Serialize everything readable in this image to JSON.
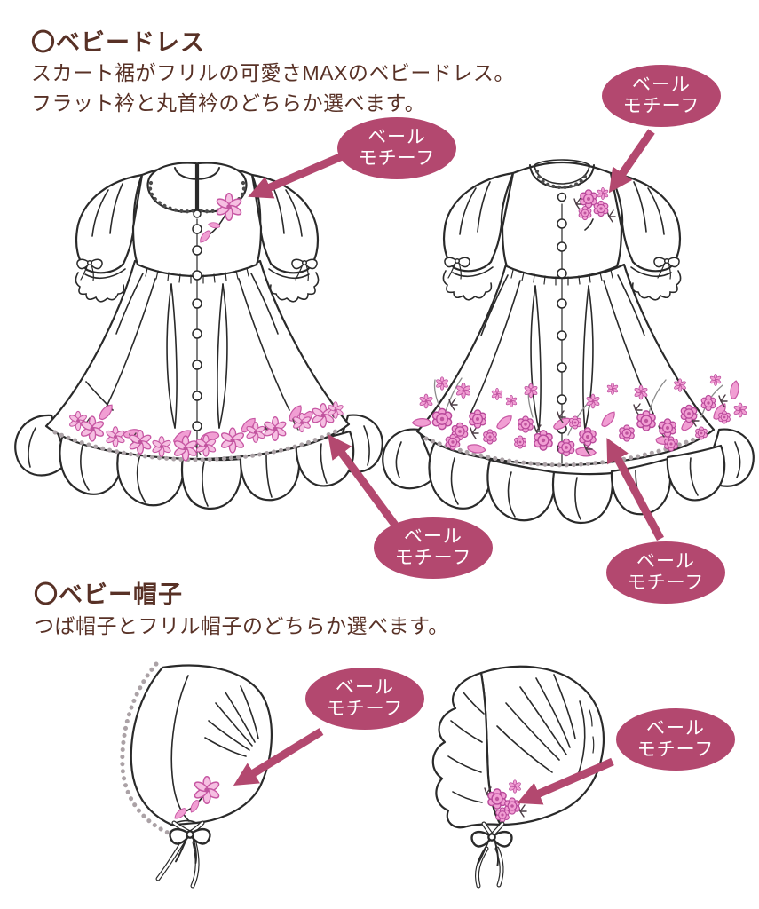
{
  "dress_section": {
    "title": "〇ベビードレス",
    "description_line1": "スカート裾がフリルの可愛さMAXのベビードレス。",
    "description_line2": "フラット衿と丸首衿のどちらか選べます。"
  },
  "hat_section": {
    "title": "〇ベビー帽子",
    "description_line1": "つば帽子とフリル帽子のどちらか選べます。"
  },
  "motif_label": {
    "line1": "ベール",
    "line2": "モチーフ"
  },
  "colors": {
    "heading_text": "#583126",
    "label_background": "#b3486f",
    "label_text": "#ffffff",
    "arrow": "#b3486f",
    "line_art": "#2a2a2a",
    "flower_pink": "#f19ed3",
    "flower_pink_light": "#f6bfe2",
    "flower_pink_dark": "#c757a3"
  }
}
